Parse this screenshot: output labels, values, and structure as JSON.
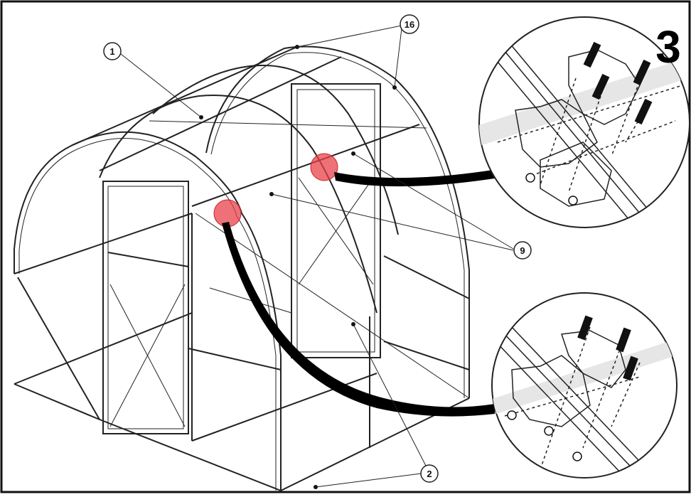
{
  "step": {
    "number": "3"
  },
  "callouts": [
    {
      "id": "c1",
      "label": "1"
    },
    {
      "id": "c16",
      "label": "16"
    },
    {
      "id": "c9",
      "label": "9"
    },
    {
      "id": "c2",
      "label": "2"
    }
  ],
  "colors": {
    "frame": "#222222",
    "highlight": "#e8424b",
    "border": "#111111",
    "band": "#000000"
  }
}
